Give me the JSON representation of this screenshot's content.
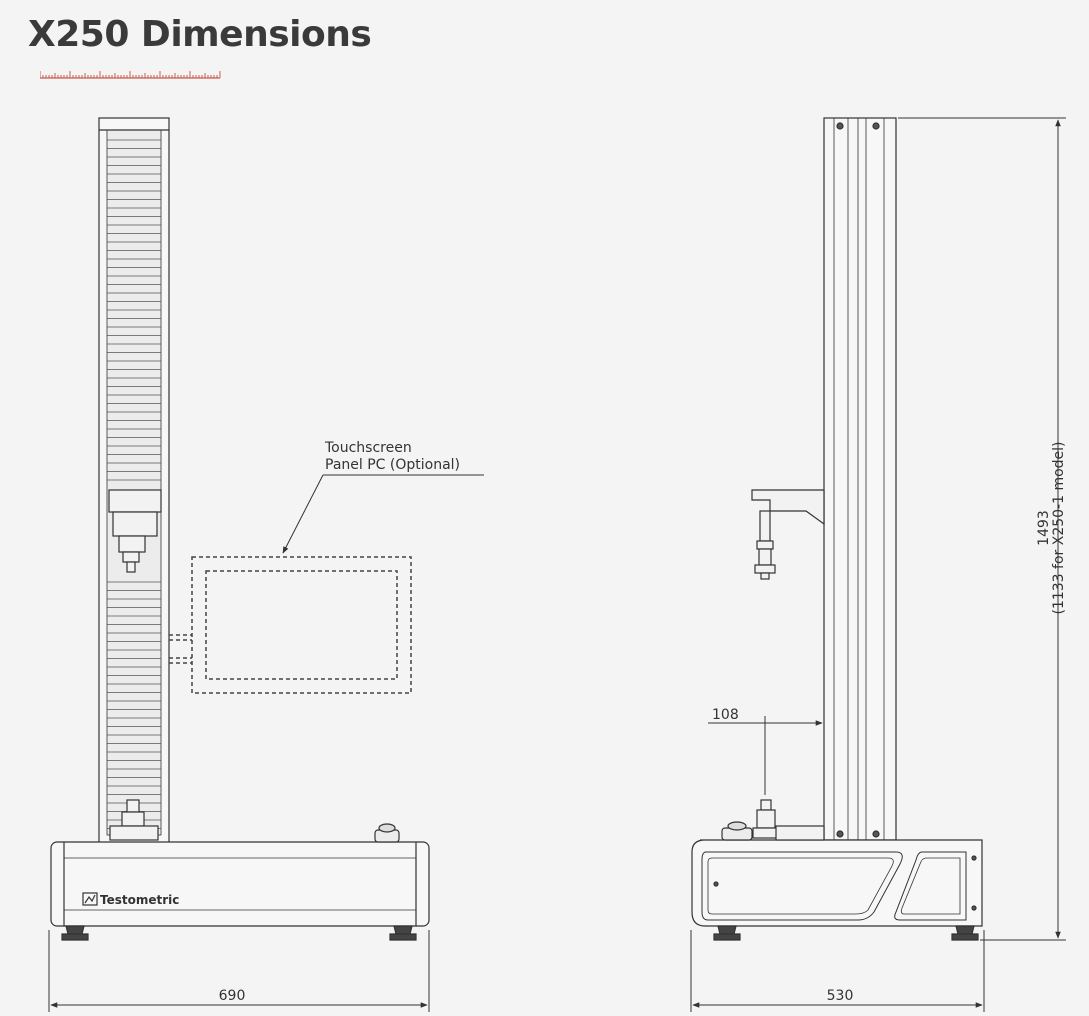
{
  "page": {
    "title": "X250 Dimensions",
    "accent_color": "#c0392b"
  },
  "drawing": {
    "callout": {
      "line1": "Touchscreen",
      "line2": "Panel PC (Optional)"
    },
    "brand": "Testometric",
    "dimensions": {
      "width_front": "690",
      "width_side": "530",
      "offset": "108",
      "height": "1493",
      "height_alt": "(1133 for X250-1 model)"
    }
  }
}
